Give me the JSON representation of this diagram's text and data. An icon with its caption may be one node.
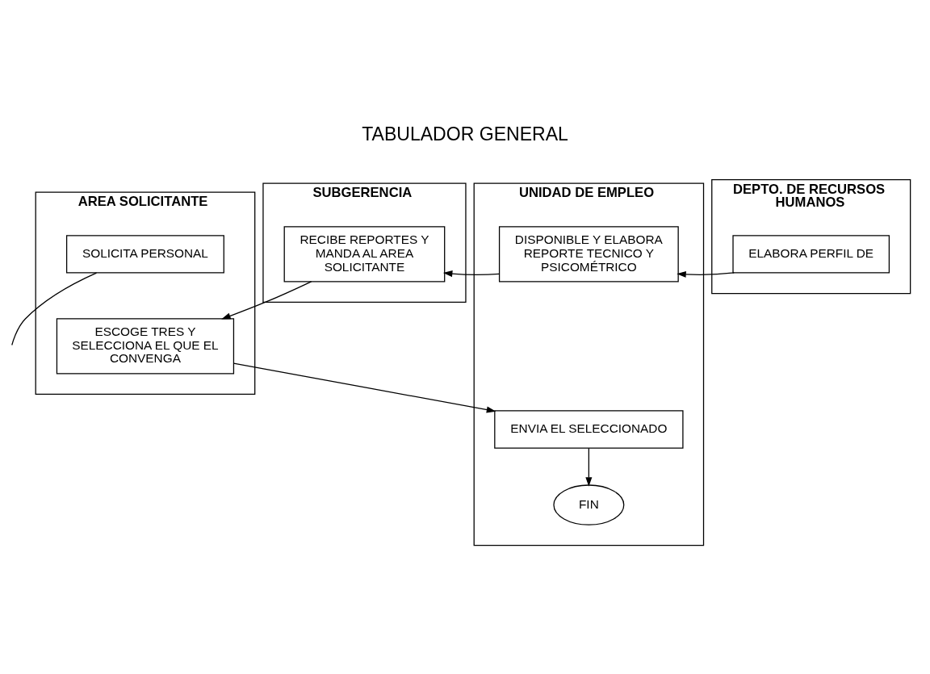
{
  "diagram": {
    "title": "TABULADOR GENERAL",
    "nodes": [
      {
        "text": [
          "AREA SOLICITANTE"
        ]
      },
      {
        "text": [
          "DEPTO. DE RECURSOS HUMANOS"
        ]
      },
      {
        "text": [
          "UNIDAD DE EMPLEO"
        ]
      },
      {
        "text": [
          "SUBGERENCIA"
        ]
      },
      {
        "text": [
          "SOLICITA PERSONAL"
        ],
        "in": 0
      },
      {
        "text": [
          "ELABORA PERFIL DE"
        ],
        "in": 1
      },
      {
        "text": [
          "DISPONIBLE Y ELABORA REPORTE TECNICO Y PSICOMÉTRICO"
        ],
        "in": 2
      },
      {
        "text": [
          "RECIBE REPORTES Y MANDA AL AREA SOLICITANTE"
        ],
        "in": 3
      },
      {
        "text": [
          "ESCOGE TRES Y SELECCIONA EL QUE EL CONVENGA"
        ],
        "in": 0
      },
      {
        "text": [
          "ENVIA EL SELECCIONADO"
        ],
        "in": 2
      },
      {
        "text": [
          "FIN"
        ],
        "in": 2
      }
    ],
    "edges": [
      {
        "from": 4,
        "to": null,
        "arrow": "none"
      },
      {
        "from": 5,
        "to": 6,
        "arrow": "to"
      },
      {
        "from": 6,
        "to": 7,
        "arrow": "to"
      },
      {
        "from": 7,
        "to": 8,
        "arrow": "to"
      },
      {
        "from": 8,
        "to": 9,
        "arrow": "to"
      },
      {
        "from": 9,
        "to": 10,
        "arrow": "to"
      }
    ]
  }
}
